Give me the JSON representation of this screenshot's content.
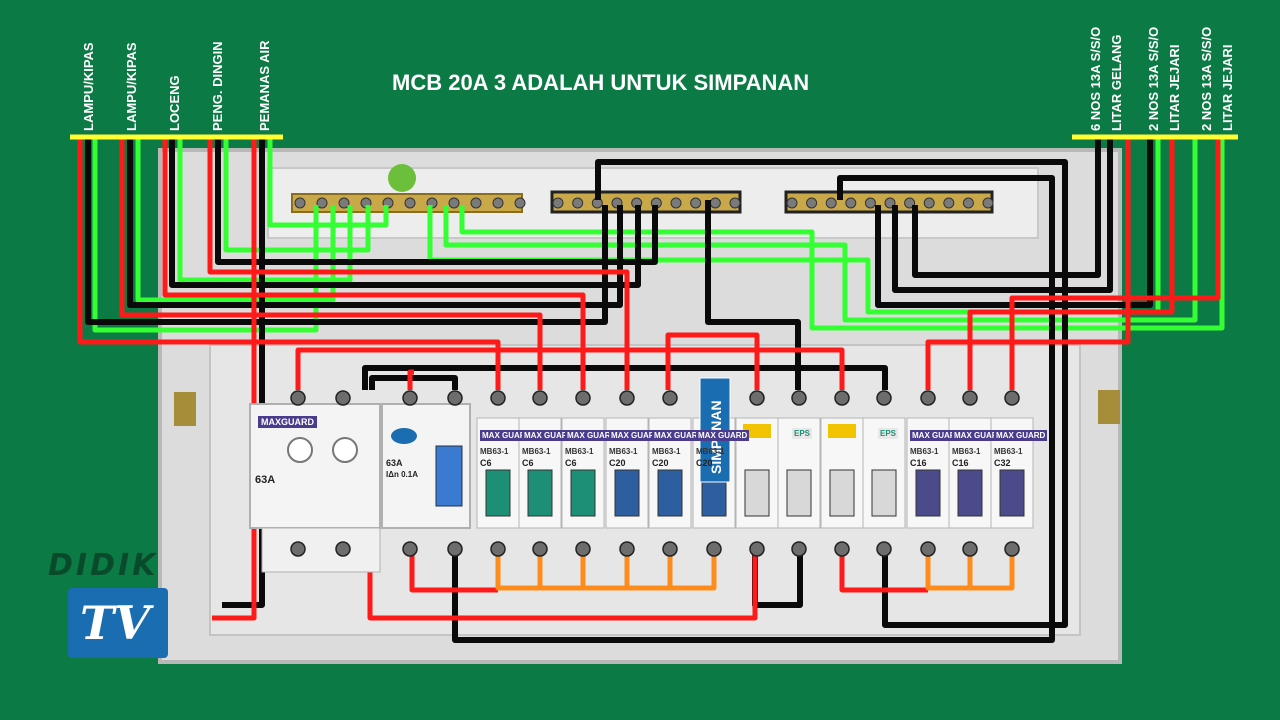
{
  "title": "MCB 20A 3 ADALAH UNTUK SIMPANAN",
  "left_labels": [
    "LAMPU/KIPAS",
    "LAMPU/KIPAS",
    "LOCENG",
    "PENG. DINGIN",
    "PEMANAS AIR"
  ],
  "right_labels": [
    [
      "6 NOS 13A S/S/O",
      "LITAR GELANG"
    ],
    [
      "2 NOS 13A S/S/O",
      "LITAR JEJARI"
    ],
    [
      "2 NOS 13A S/S/O",
      "LITAR JEJARI"
    ]
  ],
  "simpanan_label": "SIMPANAN",
  "logo": {
    "line1": "DIDIK",
    "line2": "TV"
  },
  "main_switch": {
    "brand": "MAXGUARD",
    "rating": "63A"
  },
  "rccb": {
    "rating": "63A",
    "sensitivity": "IΔn 0.1A"
  },
  "breakers": [
    {
      "brand": "MAX GUARD",
      "model": "MB63-1",
      "rating": "C6"
    },
    {
      "brand": "MAX GUARD",
      "model": "MB63-1",
      "rating": "C6"
    },
    {
      "brand": "MAX GUARD",
      "model": "MB63-1",
      "rating": "C6"
    },
    {
      "brand": "MAX GUARD",
      "model": "MB63-1",
      "rating": "C20"
    },
    {
      "brand": "MAX GUARD",
      "model": "MB63-1",
      "rating": "C20"
    },
    {
      "brand": "MAX GUARD",
      "model": "MB63-1",
      "rating": "C20"
    },
    {
      "brand": "EPS",
      "model": "",
      "rating": ""
    },
    {
      "brand": "EPS",
      "model": "",
      "rating": ""
    },
    {
      "brand": "MAX GUARD",
      "model": "MB63-1",
      "rating": "C16"
    },
    {
      "brand": "MAX GUARD",
      "model": "MB63-1",
      "rating": "C16"
    },
    {
      "brand": "MAX GUARD",
      "model": "MB63-1",
      "rating": "C32"
    }
  ],
  "colors": {
    "background": "#0c7a45",
    "live": "#ff1a1a",
    "neutral": "#0a0a0a",
    "earth": "#33ff33",
    "bus_link": "#ff8c1a",
    "label_bar": "#ffff33",
    "brand_purple": "#4a3b8c",
    "simpanan": "#1a6db0"
  }
}
